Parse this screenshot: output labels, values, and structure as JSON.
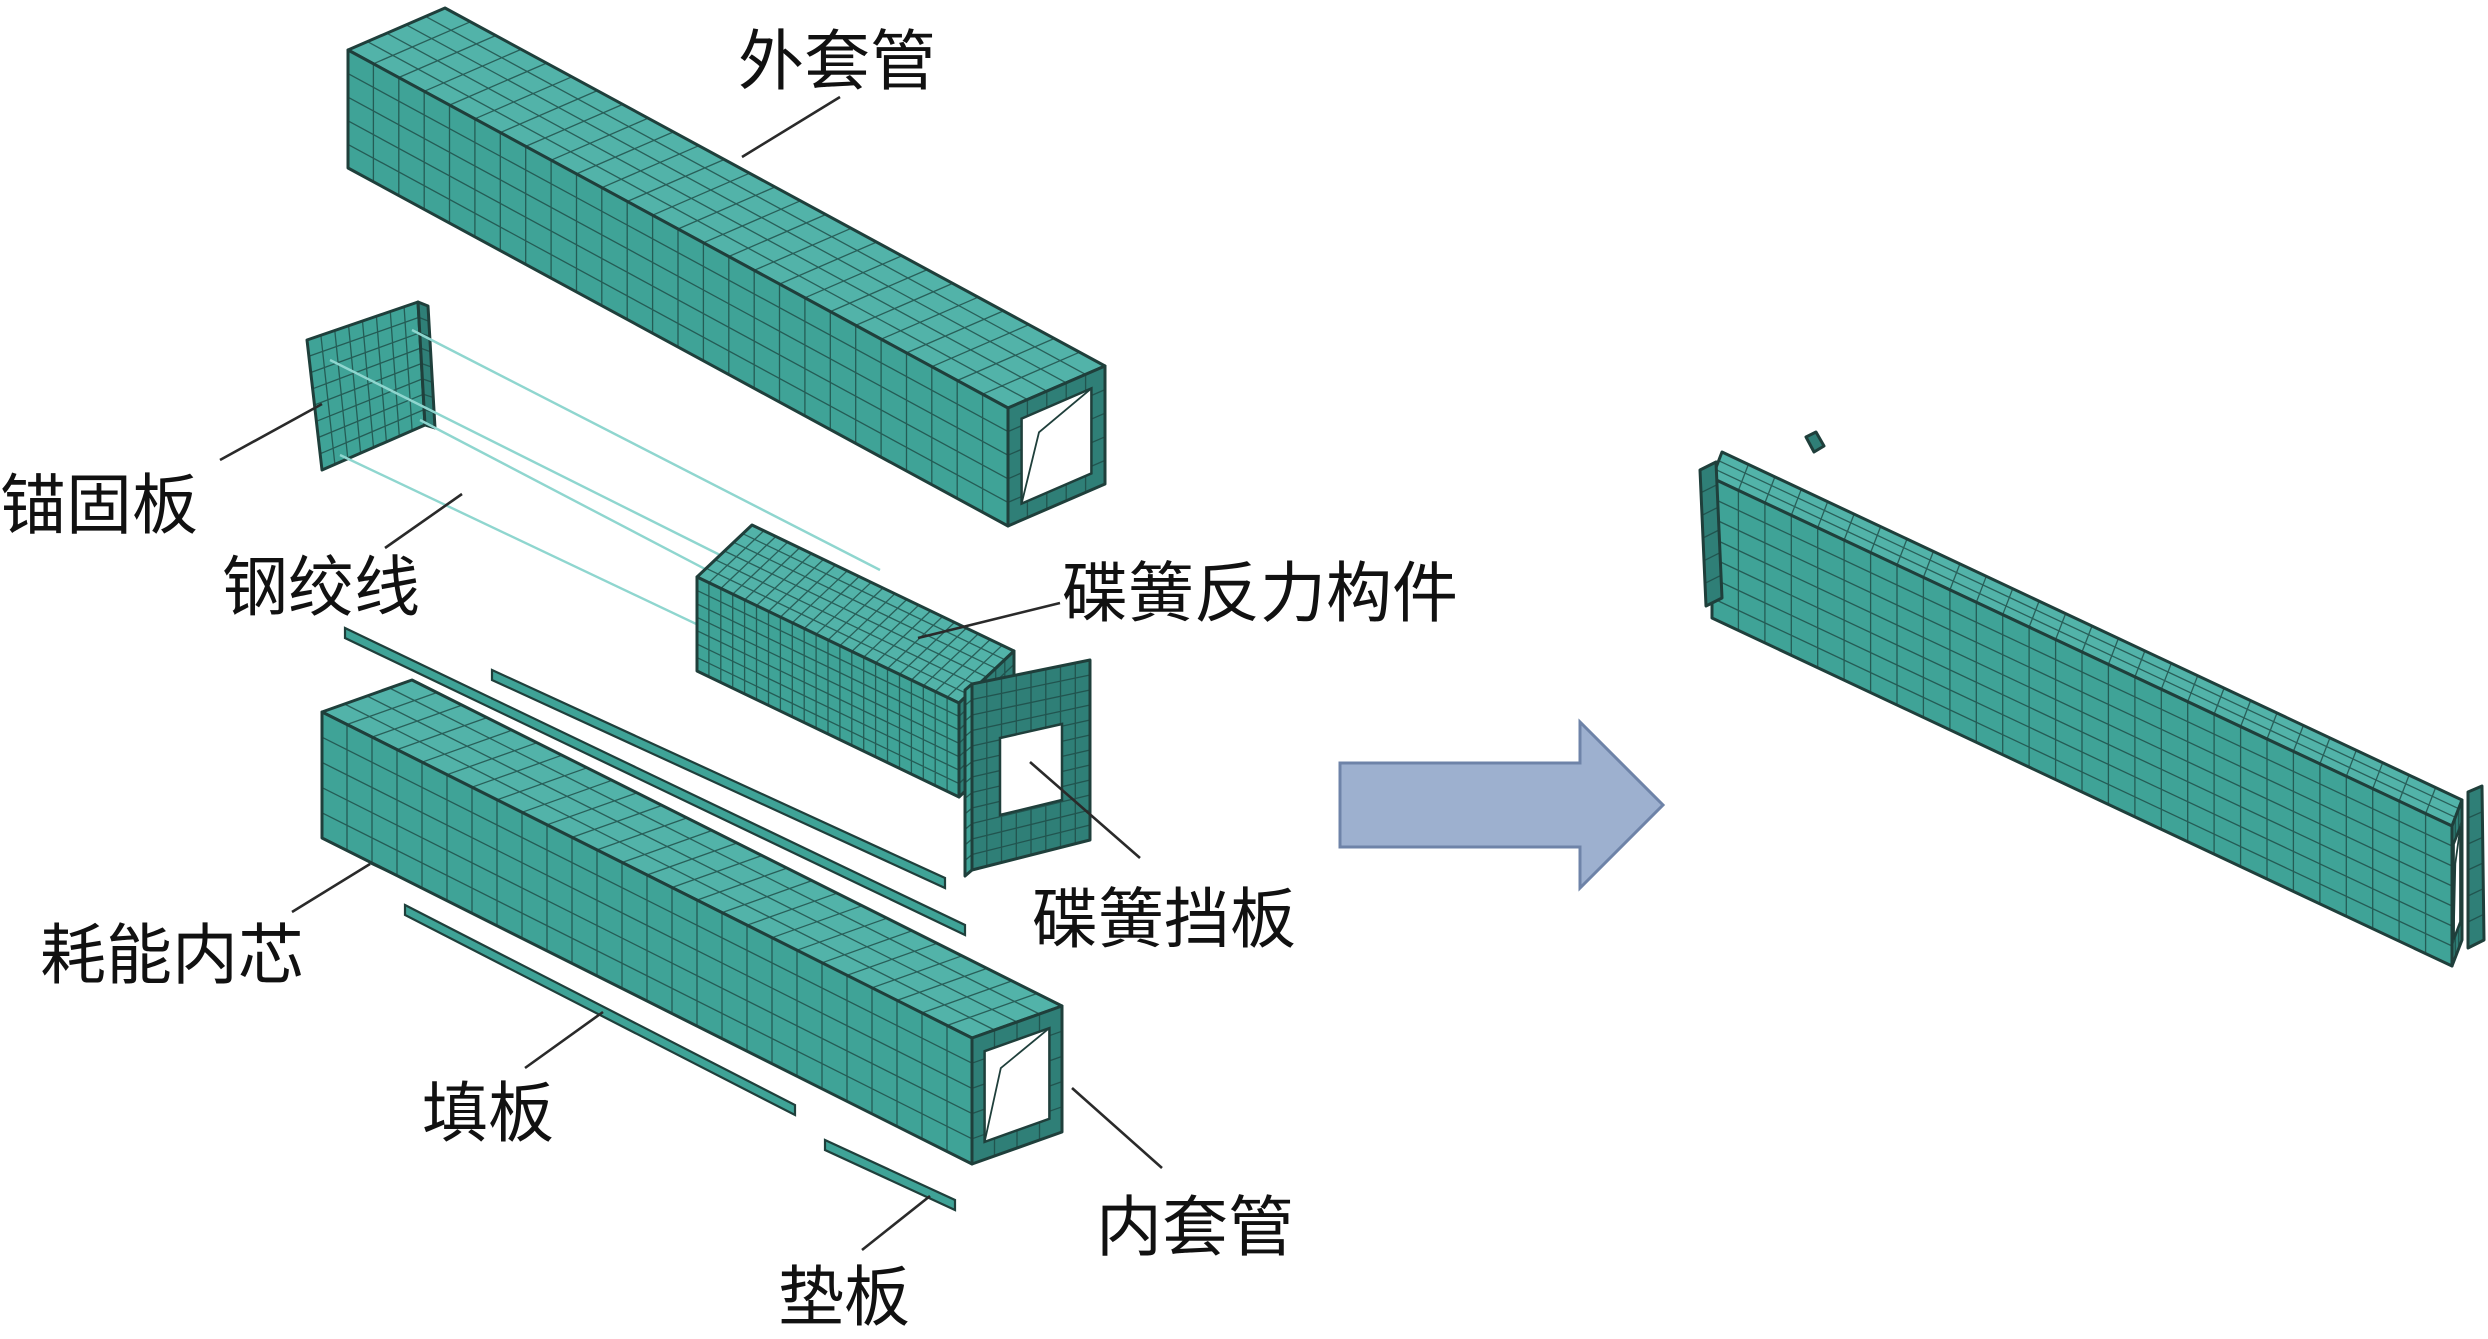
{
  "colors": {
    "mesh_top": "#52b3a9",
    "mesh_side": "#3fa397",
    "mesh_end": "#2f7f77",
    "mesh_line": "#1e4a45",
    "arrow_fill": "#9db0cf",
    "arrow_stroke": "#6e83a8",
    "strand": "#8fd6cf"
  },
  "labels": {
    "outer_tube": "外套管",
    "anchor_plate": "锚固板",
    "steel_strand": "钢绞线",
    "disc_spring_reaction": "碟簧反力构件",
    "disc_spring_baffle": "碟簧挡板",
    "energy_core": "耗能内芯",
    "filler_plate": "填板",
    "inner_tube": "内套管",
    "shim_plate": "垫板"
  }
}
